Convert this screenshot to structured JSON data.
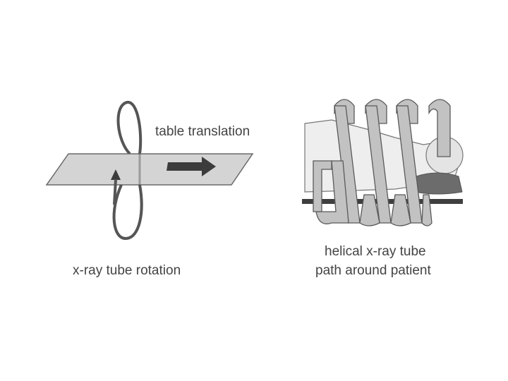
{
  "left_panel": {
    "label_top": "table translation",
    "label_bottom": "x-ray tube rotation"
  },
  "right_panel": {
    "caption_line1": "helical x-ray tube",
    "caption_line2": "path around patient"
  },
  "colors": {
    "plane_fill": "#d4d4d4",
    "plane_stroke": "#6a6a6a",
    "ring_stroke": "#555555",
    "arrow_fill": "#3c3c3c",
    "helix_fill": "#c2c2c2",
    "helix_stroke": "#5a5a5a",
    "table_bar": "#3f3f3f",
    "text": "#444444"
  }
}
